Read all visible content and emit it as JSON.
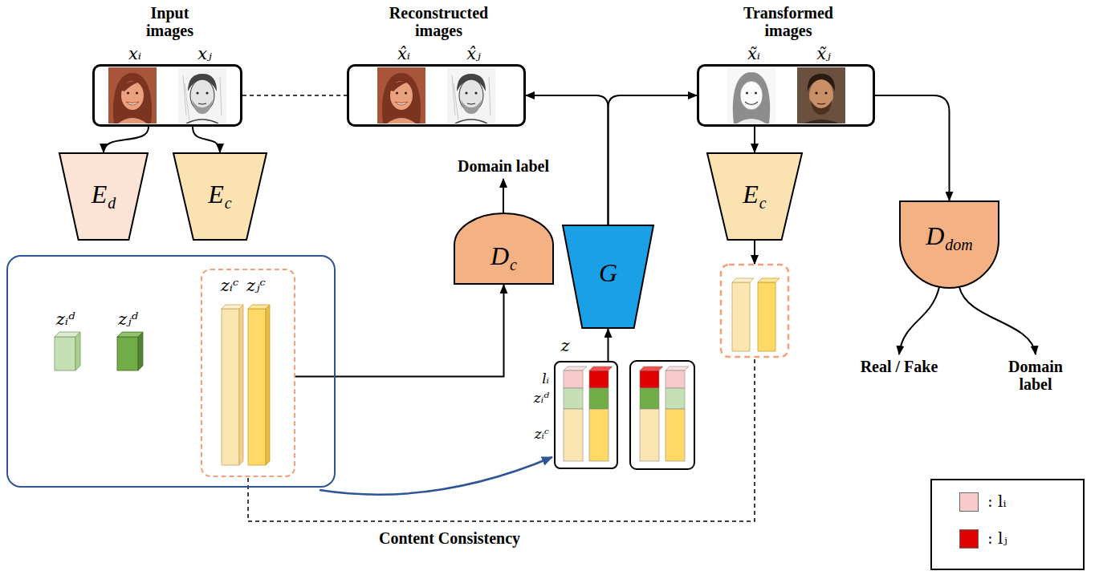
{
  "diagram": {
    "nodes": [
      {
        "text": [
          "Input images",
          "xᵢ",
          "xⱼ"
        ]
      },
      {
        "text": [
          "Reconstructed images",
          "x̂ᵢ",
          "x̂ⱼ"
        ]
      },
      {
        "text": [
          "Transformed images",
          "x̃ᵢ",
          "x̃ⱼ"
        ]
      },
      {
        "text": [
          "E",
          "d"
        ]
      },
      {
        "text": [
          "E",
          "c"
        ]
      },
      {
        "text": [
          "D",
          "c"
        ]
      },
      {
        "text": [
          "G"
        ]
      },
      {
        "text": [
          "E",
          "c"
        ]
      },
      {
        "text": [
          "D",
          "dom"
        ]
      },
      {
        "text": [
          "zᵢᵈ",
          "zⱼᵈ"
        ]
      },
      {
        "text": [
          "zᵢᶜ",
          "zⱼᶜ"
        ],
        "in": 9
      },
      {
        "text": [
          "z"
        ]
      }
    ],
    "edges": [
      {
        "from": 0,
        "to": 3,
        "arrow": "to"
      },
      {
        "from": 0,
        "to": 4,
        "arrow": "to"
      },
      {
        "from": 0,
        "to": 1,
        "arrow": "none"
      },
      {
        "from": 10,
        "to": 5,
        "arrow": "to"
      },
      {
        "from": 9,
        "to": 11,
        "arrow": "to"
      },
      {
        "from": 11,
        "to": 6,
        "arrow": "to"
      },
      {
        "from": 6,
        "to": 1,
        "arrow": "to"
      },
      {
        "from": 6,
        "to": 2,
        "arrow": "to"
      },
      {
        "from": 2,
        "to": 7,
        "arrow": "to"
      },
      {
        "from": 2,
        "to": 8,
        "arrow": "to"
      }
    ],
    "labels": [
      "Domain label",
      "lᵢ",
      "zᵢᵈ",
      "zᵢᶜ",
      "Real / Fake",
      "Domain label",
      "Content Consistency"
    ],
    "legend": [
      {
        "text": ": lᵢ",
        "color": "#f8cbcb"
      },
      {
        "text": ": lⱼ",
        "color": "#e00000"
      }
    ]
  }
}
